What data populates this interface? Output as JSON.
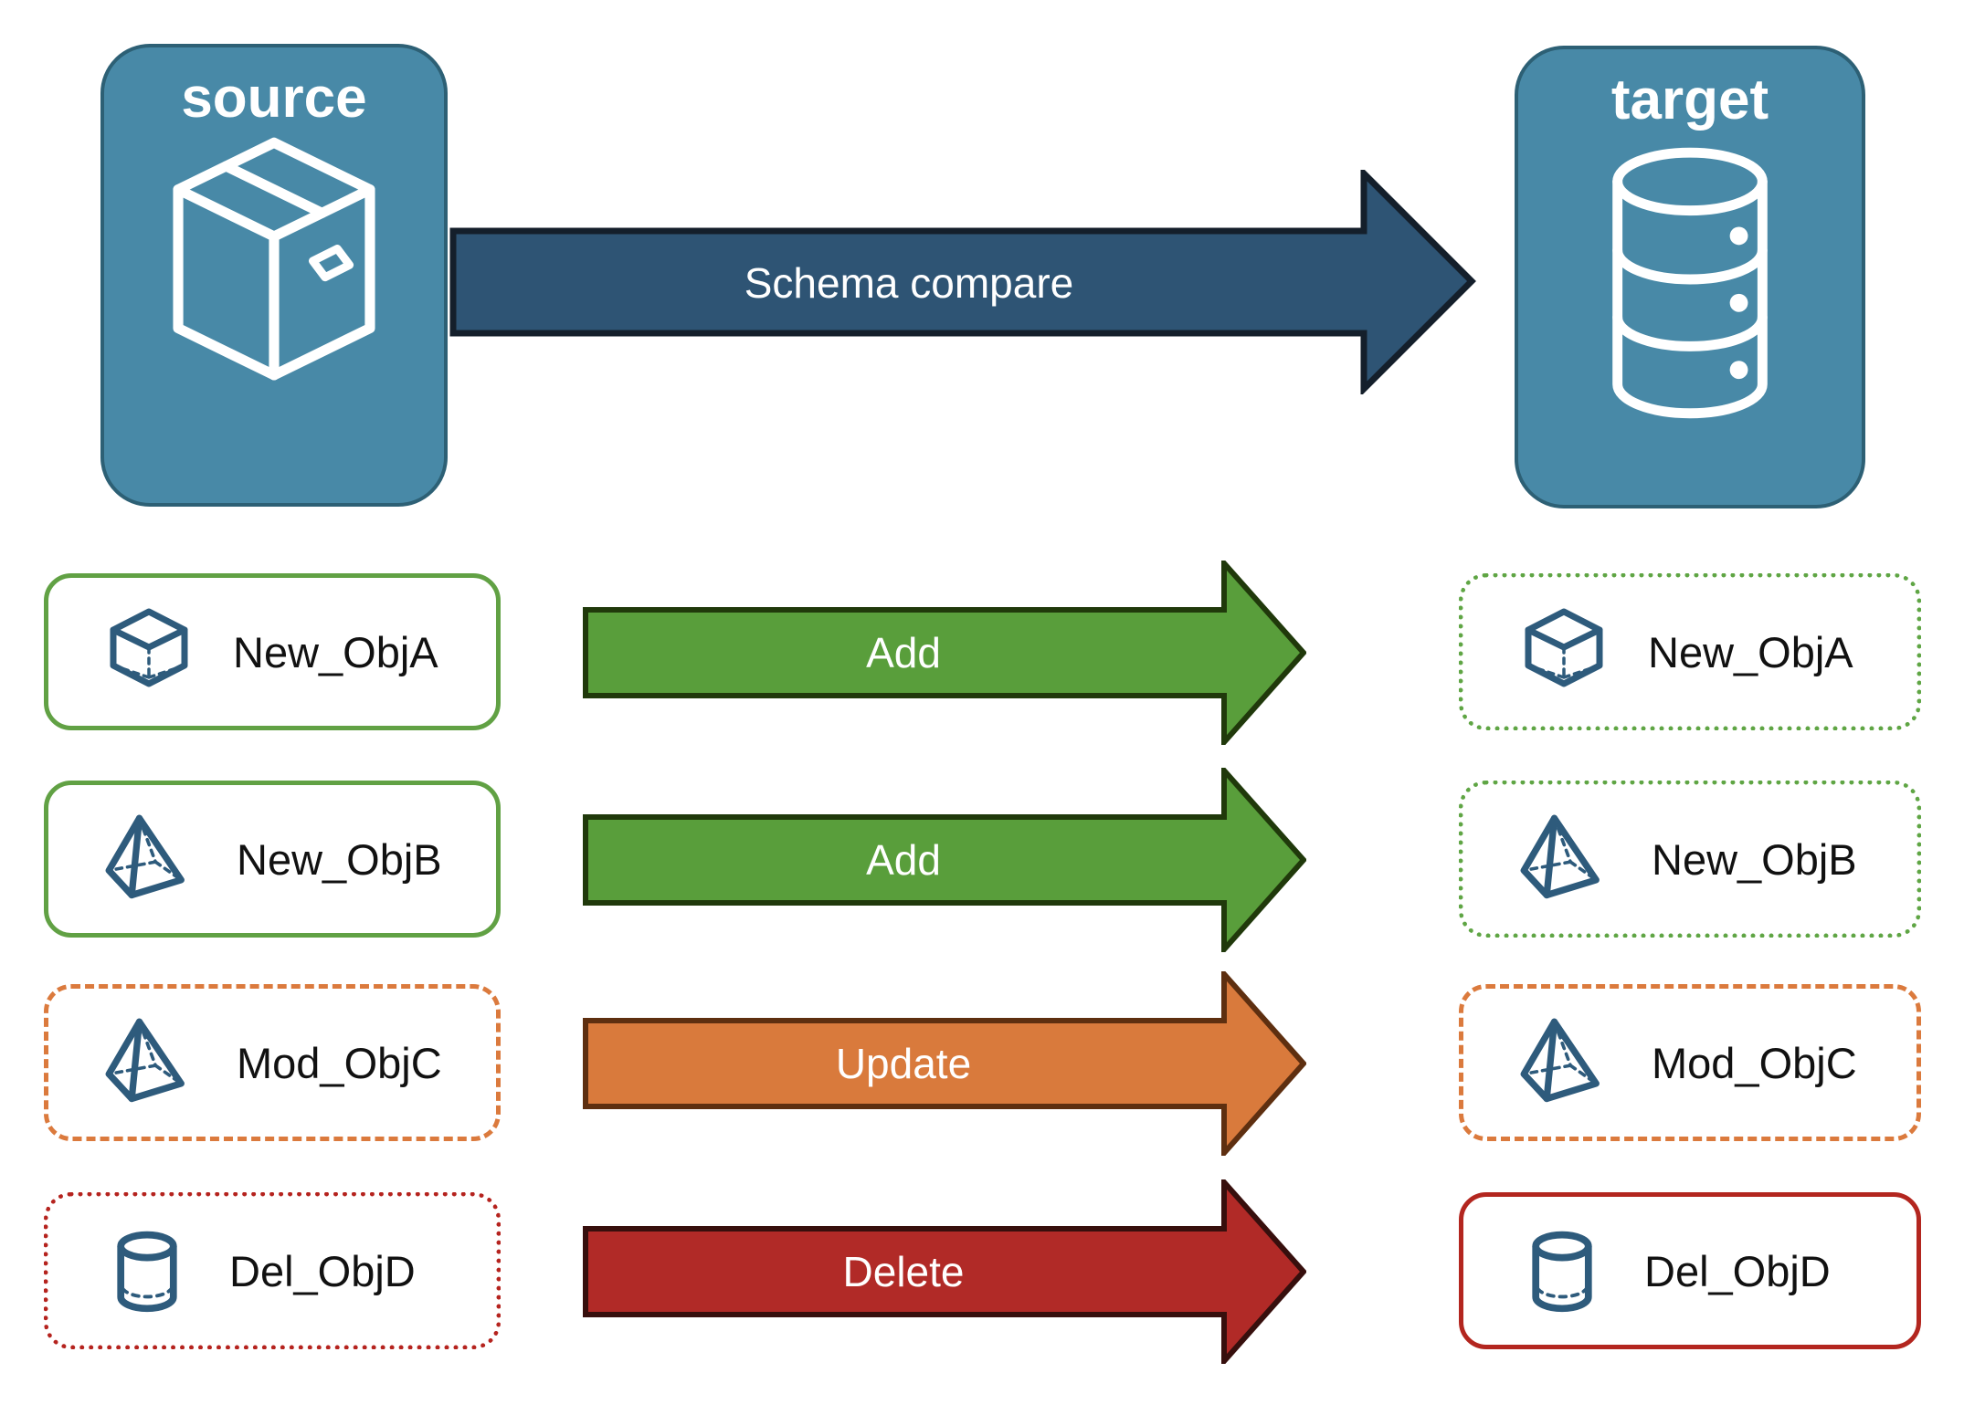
{
  "diagram": {
    "source_card": {
      "title": "source",
      "icon": "package-box-icon"
    },
    "target_card": {
      "title": "target",
      "icon": "database-icon"
    },
    "compare_arrow": {
      "label": "Schema compare"
    }
  },
  "rows": [
    {
      "object": "New_ObjA",
      "icon": "cube-icon",
      "action": "Add",
      "source_border": "solid-green",
      "target_border": "dotted-green"
    },
    {
      "object": "New_ObjB",
      "icon": "pyramid-icon",
      "action": "Add",
      "source_border": "solid-green",
      "target_border": "dotted-green"
    },
    {
      "object": "Mod_ObjC",
      "icon": "pyramid-icon",
      "action": "Update",
      "source_border": "dashed-orange",
      "target_border": "dashed-orange"
    },
    {
      "object": "Del_ObjD",
      "icon": "cylinder-icon",
      "action": "Delete",
      "source_border": "dotted-red",
      "target_border": "solid-red"
    }
  ],
  "colors": {
    "card_blue": "#4889A7",
    "card_border": "#2D6075",
    "compare_arrow_fill": "#2E5474",
    "compare_arrow_border": "#141F2B",
    "add_green": "#599E3B",
    "add_green_border": "#20390B",
    "update_orange": "#D97A3C",
    "update_orange_border": "#5E2F10",
    "delete_red": "#B12A27",
    "delete_red_border": "#370F0D",
    "box_green": "#61A144",
    "box_orange": "#DB7A3D",
    "box_red": "#B3261F",
    "icon_blue": "#2E5B7C",
    "label_text": "#111111",
    "arrow_text": "#FFFFFF"
  }
}
